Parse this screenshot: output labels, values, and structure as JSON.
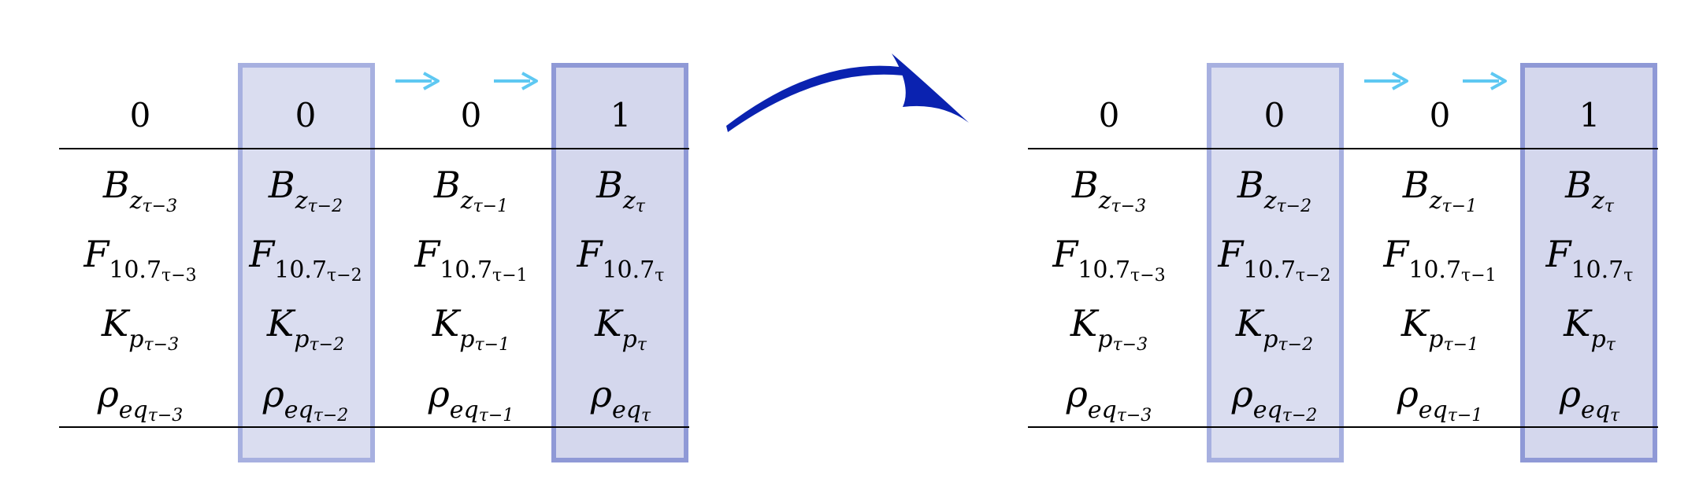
{
  "colors": {
    "light_box": "#a7b0e0",
    "dark_box": "#8f99d6",
    "small_arrow": "#5ec8f2",
    "big_arrow": "#0a22b0"
  },
  "tables": [
    {
      "headers": [
        "0",
        "0",
        "0",
        "1"
      ],
      "rows": [
        {
          "base": "B",
          "sub": "z",
          "subsub": [
            "τ−3",
            "τ−2",
            "τ−1",
            "τ"
          ]
        },
        {
          "base": "F",
          "sub": "10.7",
          "subsub": [
            "τ−3",
            "τ−2",
            "τ−1",
            "τ"
          ]
        },
        {
          "base": "K",
          "sub": "p",
          "subsub": [
            "τ−3",
            "τ−2",
            "τ−1",
            "τ"
          ]
        },
        {
          "base": "ρ",
          "sub": "eq",
          "subsub": [
            "τ−3",
            "τ−2",
            "τ−1",
            "τ"
          ]
        }
      ]
    },
    {
      "headers": [
        "0",
        "0",
        "0",
        "1"
      ],
      "rows": [
        {
          "base": "B",
          "sub": "z",
          "subsub": [
            "τ−3",
            "τ−2",
            "τ−1",
            "τ"
          ]
        },
        {
          "base": "F",
          "sub": "10.7",
          "subsub": [
            "τ−3",
            "τ−2",
            "τ−1",
            "τ"
          ]
        },
        {
          "base": "K",
          "sub": "p",
          "subsub": [
            "τ−3",
            "τ−2",
            "τ−1",
            "τ"
          ]
        },
        {
          "base": "ρ",
          "sub": "eq",
          "subsub": [
            "τ−3",
            "τ−2",
            "τ−1",
            "τ"
          ]
        }
      ]
    }
  ]
}
